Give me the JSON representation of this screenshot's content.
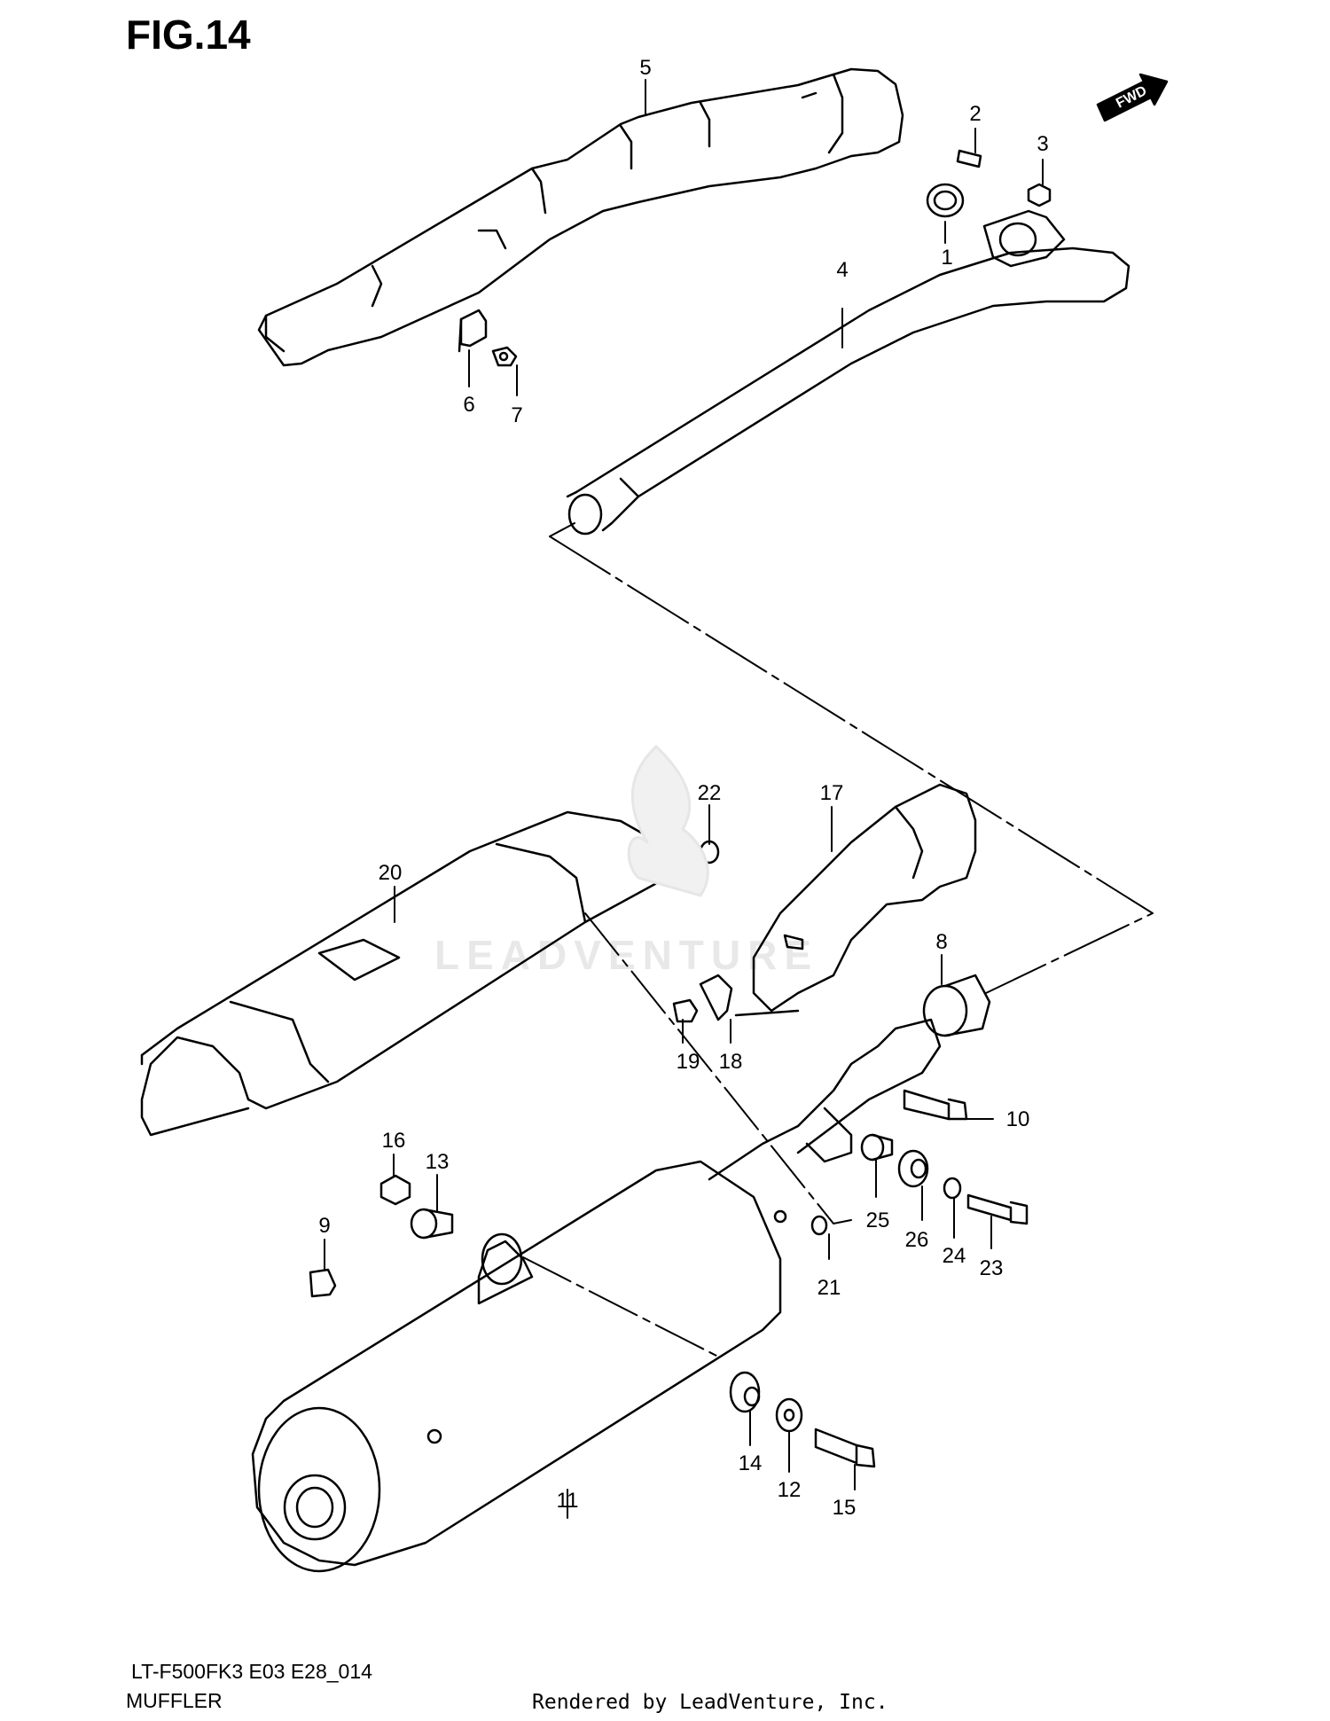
{
  "figure": {
    "title": "FIG.14",
    "model_code": "LT-F500FK3 E03 E28_014",
    "section_name": "MUFFLER",
    "credit": "Rendered by LeadVenture, Inc.",
    "watermark": "LEADVENTURE",
    "fwd_label": "FWD"
  },
  "callouts": [
    {
      "id": "1",
      "label": "1"
    },
    {
      "id": "2",
      "label": "2"
    },
    {
      "id": "3",
      "label": "3"
    },
    {
      "id": "4",
      "label": "4"
    },
    {
      "id": "5",
      "label": "5"
    },
    {
      "id": "6",
      "label": "6"
    },
    {
      "id": "7",
      "label": "7"
    },
    {
      "id": "8",
      "label": "8"
    },
    {
      "id": "9",
      "label": "9"
    },
    {
      "id": "10",
      "label": "10"
    },
    {
      "id": "11",
      "label": "11"
    },
    {
      "id": "12",
      "label": "12"
    },
    {
      "id": "13",
      "label": "13"
    },
    {
      "id": "14",
      "label": "14"
    },
    {
      "id": "15",
      "label": "15"
    },
    {
      "id": "16",
      "label": "16"
    },
    {
      "id": "17",
      "label": "17"
    },
    {
      "id": "18",
      "label": "18"
    },
    {
      "id": "19",
      "label": "19"
    },
    {
      "id": "20",
      "label": "20"
    },
    {
      "id": "21",
      "label": "21"
    },
    {
      "id": "22",
      "label": "22"
    },
    {
      "id": "23",
      "label": "23"
    },
    {
      "id": "24",
      "label": "24"
    },
    {
      "id": "25",
      "label": "25"
    },
    {
      "id": "26",
      "label": "26"
    }
  ]
}
